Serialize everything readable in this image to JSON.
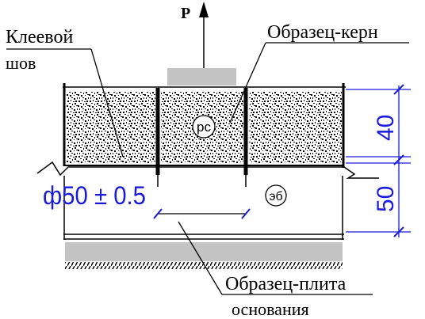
{
  "labels": {
    "force": "P",
    "glue_seam_line1": "Клеевой",
    "glue_seam_line2": "шов",
    "core_sample": "Образец-керн",
    "core_symbol": "рс",
    "base_symbol": "эб",
    "diameter": "ф50 ± 0.5",
    "base_plate_line1": "Образец-плита",
    "base_plate_line2": "основания"
  },
  "dimensions": {
    "core_height": "40",
    "base_height": "50"
  },
  "colors": {
    "line": "#000000",
    "dimension": "#1a1adc",
    "plate": "#c4c4c4",
    "background": "#ffffff"
  }
}
